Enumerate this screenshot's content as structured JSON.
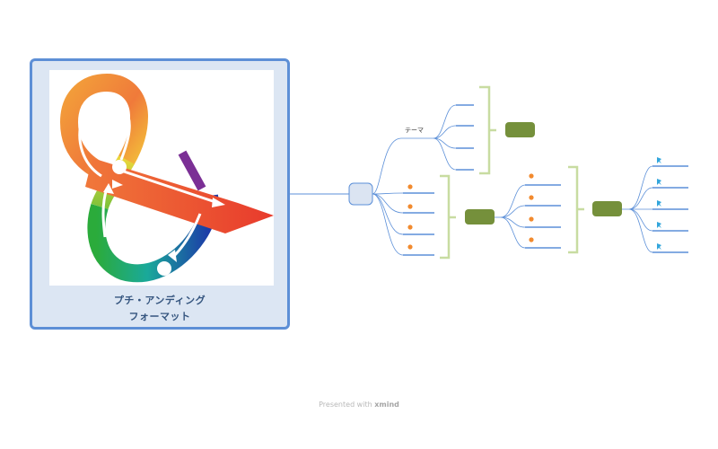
{
  "central_topic": {
    "title_line1": "プチ・アンディング",
    "title_line2": "フォーマット",
    "image_icon": "ampersand-loop-logo"
  },
  "branches": {
    "top_label": "テーマ",
    "marker_colors": {
      "orange": "#f28a2e",
      "blue": "#33a6dc"
    }
  },
  "colors": {
    "card_border": "#5d8fd6",
    "card_fill": "#dce6f3",
    "connector": "#5b8fd8",
    "bracket": "#c8dca1",
    "summary_node": "#75903b"
  },
  "footer": {
    "prefix": "Presented with",
    "brand": "xmind"
  }
}
